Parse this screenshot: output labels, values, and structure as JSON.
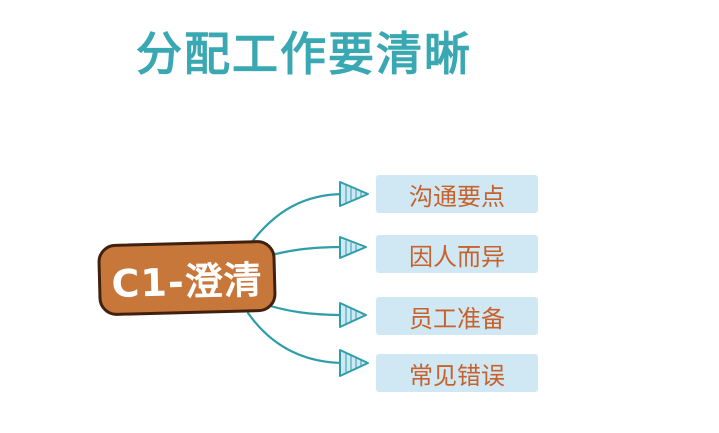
{
  "diagram": {
    "title": "分配工作要清晰",
    "center": {
      "label": "C1-澄清"
    },
    "branches": [
      {
        "label": "沟通要点"
      },
      {
        "label": "因人而异"
      },
      {
        "label": "员工准备"
      },
      {
        "label": "常见错误"
      }
    ]
  },
  "colors": {
    "title": "#3aa8b2",
    "center_fill": "#c8773a",
    "center_outline": "#40210f",
    "branch_fill": "#cfe8f3",
    "branch_text": "#c7622d",
    "connector": "#2f9ea9"
  }
}
